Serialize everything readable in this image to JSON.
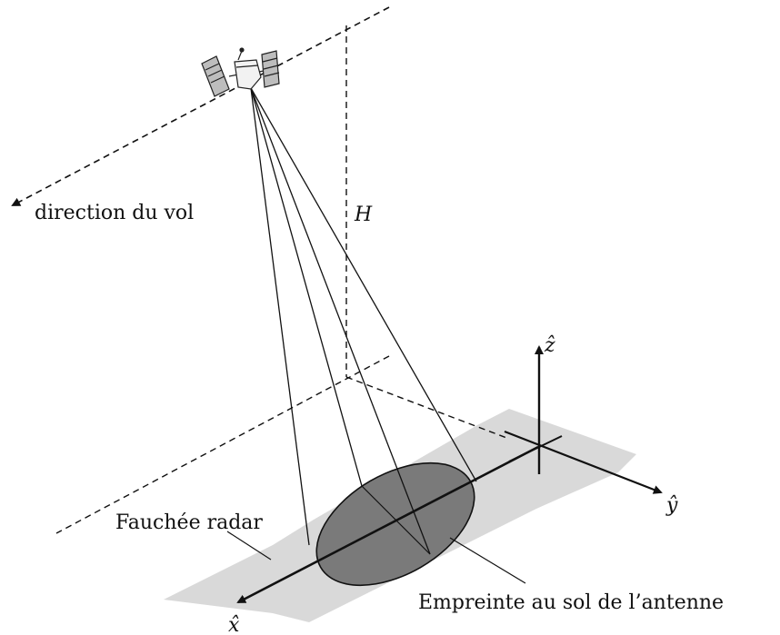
{
  "labels": {
    "flight_direction": "direction du vol",
    "height": "H",
    "swath": "Fauchée radar",
    "footprint": "Empreinte au sol de l’antenne",
    "axis_x": "x̂",
    "axis_y": "ŷ",
    "axis_z": "ẑ"
  },
  "colors": {
    "swath_fill": "#d9d9d9",
    "footprint_fill": "#7a7a7a",
    "ink": "#111111"
  }
}
